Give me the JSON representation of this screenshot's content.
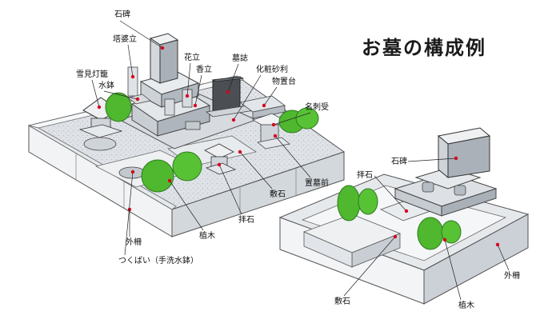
{
  "title": "お墓の構成例",
  "labels": {
    "sekihi_1": "石碑",
    "toubaritsu": "塔婆立",
    "kadate": "花立",
    "koudate": "香立",
    "boshi": "墓誌",
    "keshou_jari": "化粧砂利",
    "monooki": "物置台",
    "yukimi_tourou": "雪見灯籠",
    "mizubachi": "水鉢",
    "meishi_uke": "名刺受",
    "oki_bozen": "置墓前",
    "shiki_ishi_1": "敷石",
    "hai_ishi_1": "拝石",
    "ueki_1": "植木",
    "sotosaku_1": "外柵",
    "tsukubai": "つくばい（手洗水鉢）",
    "sekihi_2": "石碑",
    "hai_ishi_2": "拝石",
    "shiki_ishi_2": "敷石",
    "ueki_2": "植木",
    "sotosaku_2": "外柵"
  },
  "colors": {
    "stone_light": "#e9ecef",
    "stone_mid": "#cfd4d9",
    "stone_dark": "#9aa2aa",
    "gravel": "#dde1e6",
    "bush": "#4fb82f",
    "bush_dark": "#2d8a1d",
    "dot": "#d9001b",
    "line": "#222222"
  }
}
